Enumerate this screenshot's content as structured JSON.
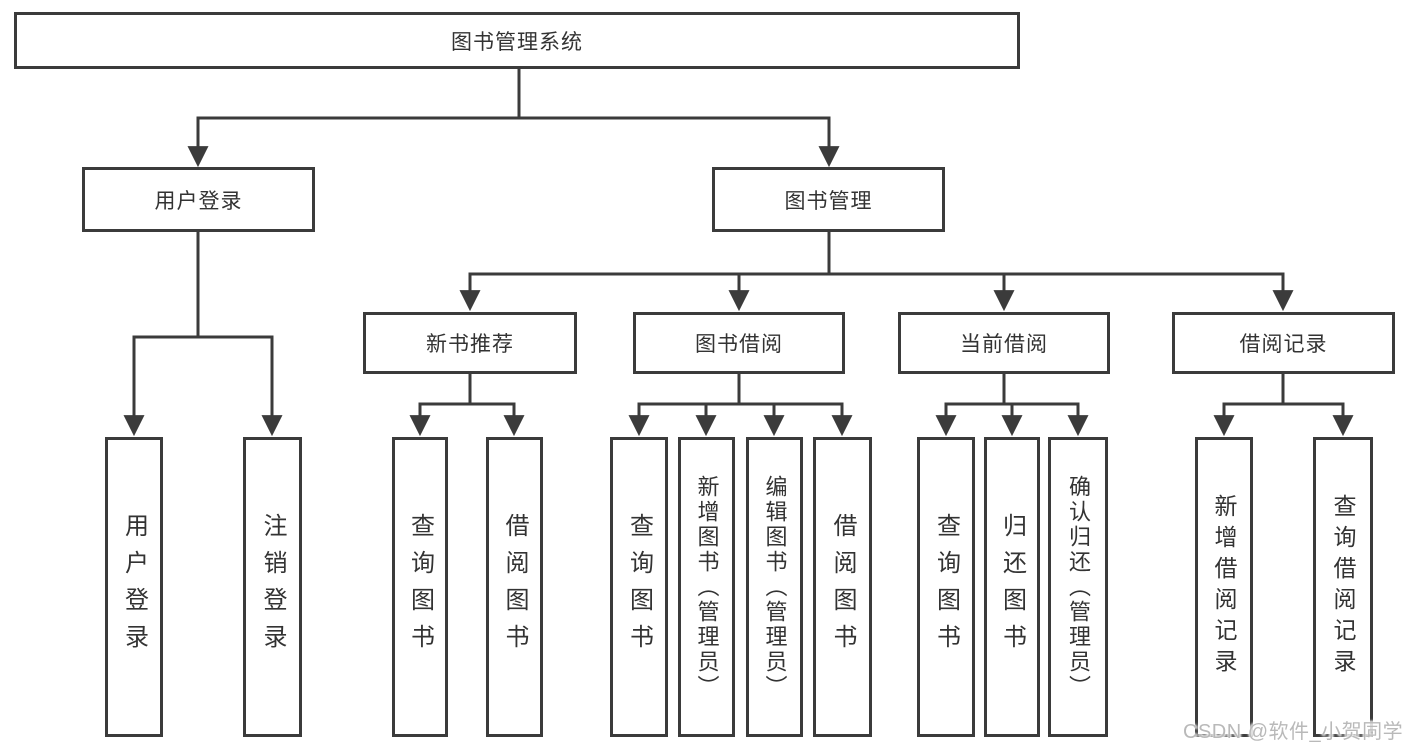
{
  "diagram": {
    "title": "图书管理系统",
    "tree": {
      "root": {
        "label": "图书管理系统"
      },
      "branches": [
        {
          "label": "用户登录",
          "leaves": [
            {
              "label": "用户登录"
            },
            {
              "label": "注销登录"
            }
          ]
        },
        {
          "label": "图书管理",
          "groups": [
            {
              "label": "新书推荐",
              "leaves": [
                {
                  "label": "查询图书"
                },
                {
                  "label": "借阅图书"
                }
              ]
            },
            {
              "label": "图书借阅",
              "leaves": [
                {
                  "label": "查询图书"
                },
                {
                  "label": "新增图书（管理员）"
                },
                {
                  "label": "编辑图书（管理员）"
                },
                {
                  "label": "借阅图书"
                }
              ]
            },
            {
              "label": "当前借阅",
              "leaves": [
                {
                  "label": "查询图书"
                },
                {
                  "label": "归还图书"
                },
                {
                  "label": "确认归还（管理员）"
                }
              ]
            },
            {
              "label": "借阅记录",
              "leaves": [
                {
                  "label": "新增借阅记录"
                },
                {
                  "label": "查询借阅记录"
                }
              ]
            }
          ]
        }
      ]
    },
    "line_color": "#3b3b3b",
    "watermark": {
      "text": "CSDN @软件_小贺同学"
    }
  }
}
